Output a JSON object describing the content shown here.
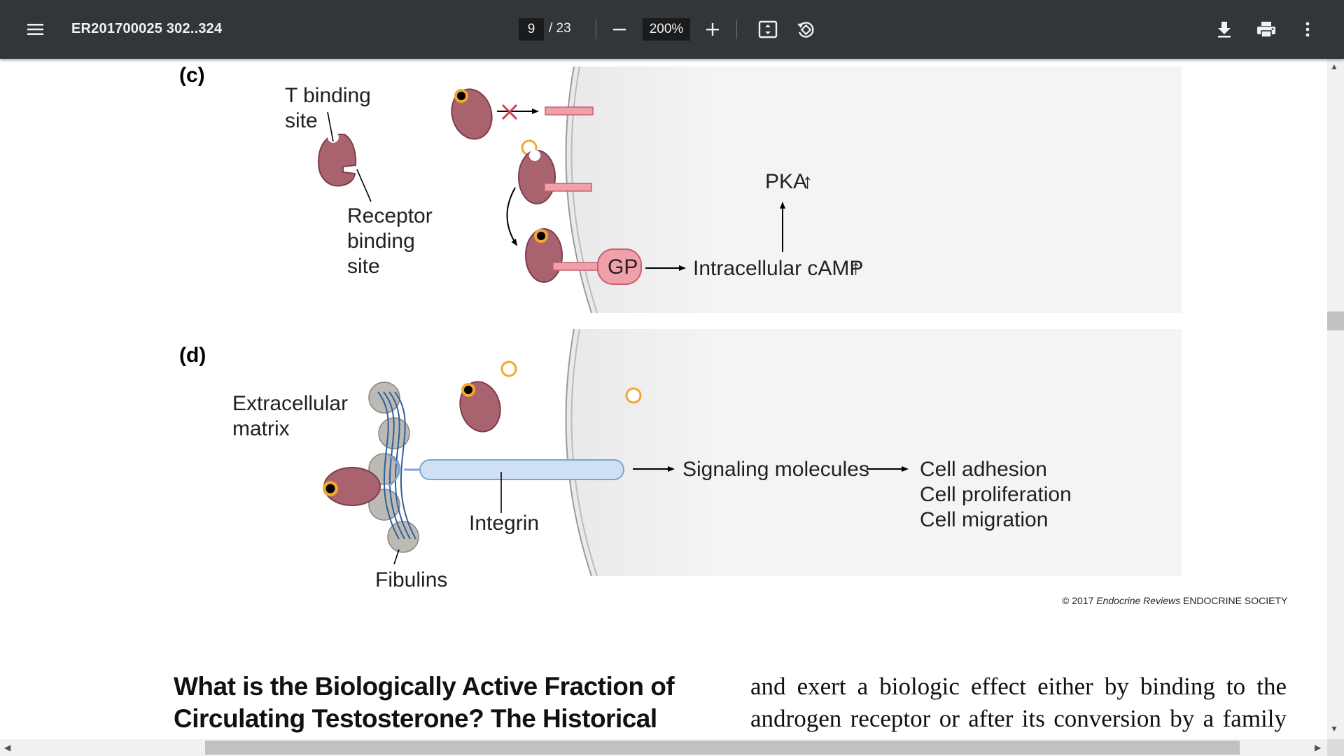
{
  "toolbar": {
    "title": "ER201700025 302..324",
    "page_current": "9",
    "page_total": "/ 23",
    "zoom": "200%",
    "icons": [
      "menu-icon",
      "zoom-out-icon",
      "zoom-in-icon",
      "fit-page-icon",
      "rotate-icon",
      "download-icon",
      "print-icon",
      "more-vert-icon"
    ]
  },
  "figure": {
    "panel_c": {
      "label": "(c)",
      "t_binding_site": [
        "T binding",
        "site"
      ],
      "receptor_binding_site": [
        "Receptor",
        "binding",
        "site"
      ],
      "pka": "PKA",
      "camp": "Intracellular cAMP",
      "gp": "GP",
      "up_arrow": "↑"
    },
    "panel_d": {
      "label": "(d)",
      "extracellular_matrix": [
        "Extracellular",
        "matrix"
      ],
      "fibulins": "Fibulins",
      "integrin": "Integrin",
      "signaling": "Signaling molecules",
      "outcomes": [
        "Cell adhesion",
        "Cell proliferation",
        "Cell migration"
      ]
    },
    "credit": {
      "prefix": "© 2017 ",
      "journal": "Endocrine Reviews",
      "society": "ENDOCRINE SOCIETY"
    }
  },
  "text": {
    "heading": "What is the Biologically Active Fraction of Circulating Testosterone? The Historical",
    "paragraph": "and exert a biologic effect either by binding to the androgen receptor or after its conversion by a family"
  },
  "colors": {
    "toolbar_bg": "#323639",
    "shbg": "#a8636f",
    "shbg_stroke": "#7e3e4a",
    "testosterone": "#f0a830",
    "receptor_bar": "#f0a0a8",
    "integrin": "#cfe0f4",
    "fibulin": "#bdbab5",
    "cell_bg": "#f0f0f0"
  }
}
